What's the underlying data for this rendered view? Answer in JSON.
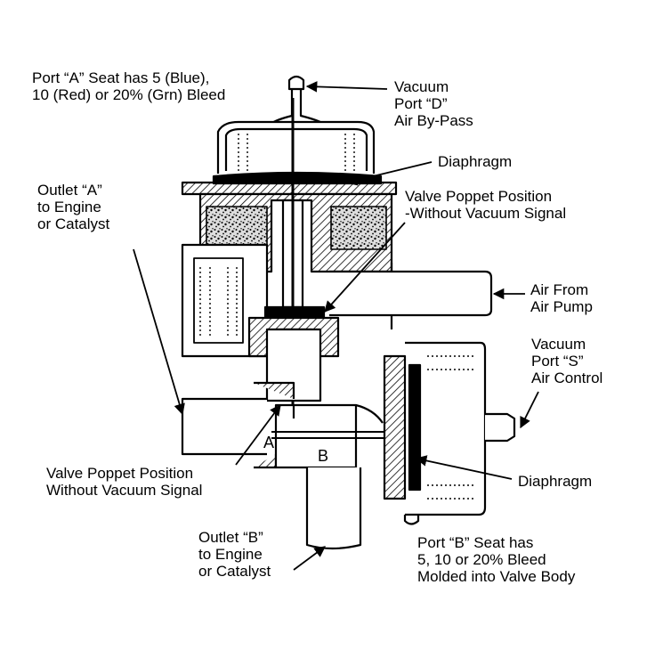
{
  "labels": {
    "port_a_seat": [
      "Port “A” Seat has 5 (Blue),",
      "10 (Red) or 20% (Grn) Bleed"
    ],
    "vacuum_port_d": [
      "Vacuum",
      "Port “D”",
      "Air By-Pass"
    ],
    "diaphragm_top": "Diaphragm",
    "outlet_a": [
      "Outlet “A”",
      "to Engine",
      "or Catalyst"
    ],
    "valve_poppet_top": [
      "Valve Poppet Position",
      "-Without Vacuum Signal"
    ],
    "air_from_pump": [
      "Air From",
      "Air Pump"
    ],
    "vacuum_port_s": [
      "Vacuum",
      "Port “S”",
      "Air Control"
    ],
    "marker_a": "A",
    "marker_b": "B",
    "valve_poppet_bottom": [
      "Valve Poppet Position",
      "Without Vacuum Signal"
    ],
    "diaphragm_right": "Diaphragm",
    "outlet_b": [
      "Outlet “B”",
      "to Engine",
      "or Catalyst"
    ],
    "port_b_seat": [
      "Port “B” Seat has",
      "5, 10 or 20% Bleed",
      "Molded into Valve Body"
    ]
  }
}
